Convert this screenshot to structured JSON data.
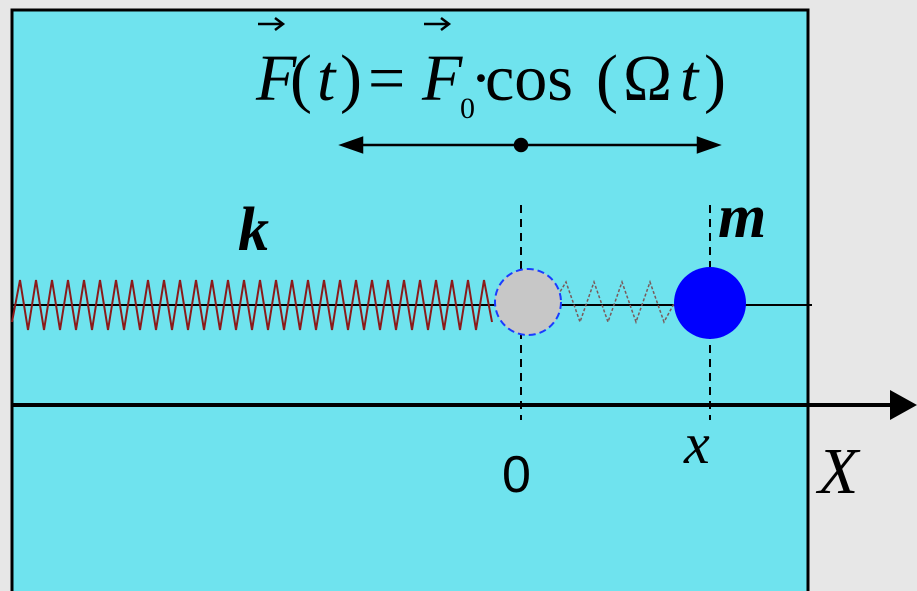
{
  "formula": {
    "F": "F",
    "t_open": "(",
    "t": "t",
    "t_close": ")",
    "equals": "=",
    "F0": "F",
    "sub0": "0",
    "dot": "·",
    "cos": "cos",
    "arg_open": "(",
    "omega": "Ω",
    "arg_t": "t",
    "arg_close": ")"
  },
  "labels": {
    "k": "k",
    "m": "m",
    "origin": "0",
    "x": "x",
    "axis": "X"
  },
  "colors": {
    "panel_bg": "#6fe3ee",
    "background": "#e7e7e7",
    "mass": "#0000ff",
    "equilibrium_ball": "#c7c7c7",
    "spring_main": "#8b1a1a",
    "spring_ghost": "#7a5a5a"
  },
  "icons": {
    "double_arrow": "double-headed-arrow",
    "axis_arrow": "arrow-right"
  }
}
